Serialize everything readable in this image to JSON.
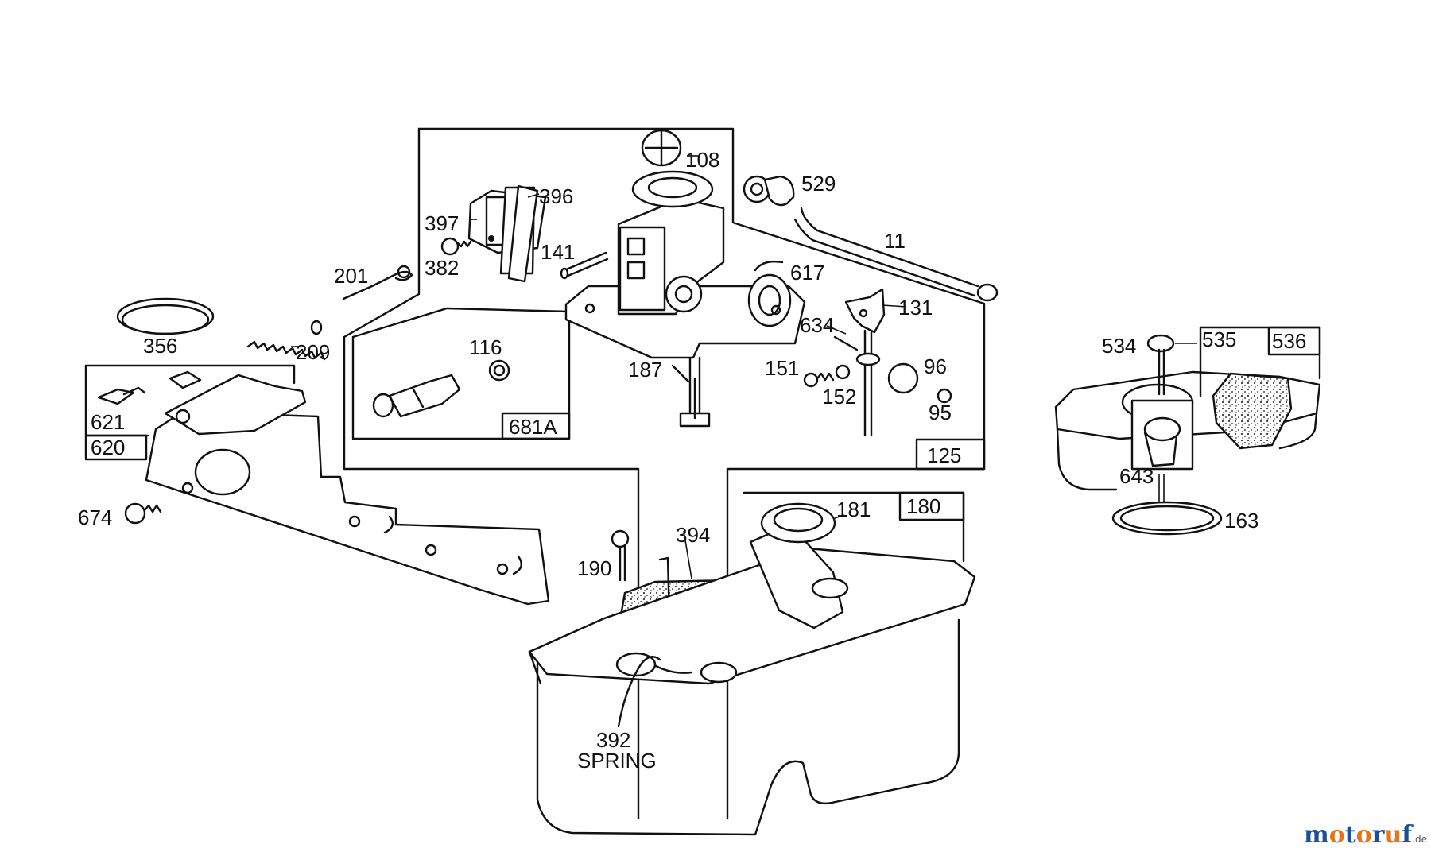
{
  "labels": {
    "p108": "108",
    "p396": "396",
    "p397": "397",
    "p382": "382",
    "p141": "141",
    "p529": "529",
    "p11": "11",
    "p617": "617",
    "p201": "201",
    "p131": "131",
    "p634": "634",
    "p116": "116",
    "p187": "187",
    "p151": "151",
    "p152": "152",
    "p96": "96",
    "p95": "95",
    "p681a": "681A",
    "p125": "125",
    "p356": "356",
    "p209": "209",
    "p621": "621",
    "p620": "620",
    "p674": "674",
    "p190": "190",
    "p394": "394",
    "p181": "181",
    "p180": "180",
    "p392": "392",
    "spring": "SPRING",
    "p534": "534",
    "p535": "535",
    "p536": "536",
    "p643": "643",
    "p163": "163"
  },
  "watermark": {
    "letters": [
      "m",
      "o",
      "t",
      "o",
      "r",
      "u",
      "f"
    ],
    "colors": [
      "#1a4f9c",
      "#e8731a",
      "#1a4f9c",
      "#e8731a",
      "#1a4f9c",
      "#e8731a",
      "#1a4f9c"
    ],
    "tld": ".de"
  }
}
